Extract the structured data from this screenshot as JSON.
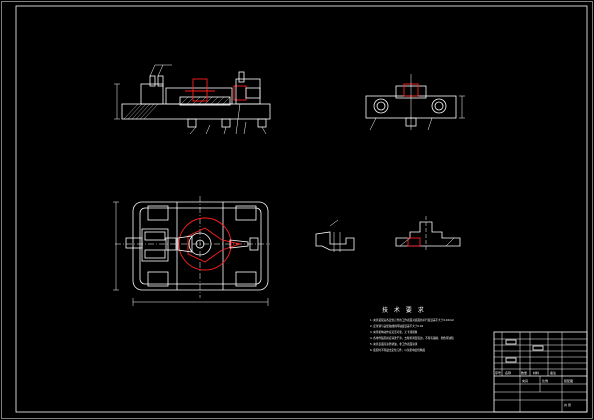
{
  "colors": {
    "background": "#000000",
    "line": "#ffffff",
    "accent": "#ff2020"
  },
  "technical_requirements": {
    "title": "技 术 要 求",
    "items": [
      "1. 夹具装配后各定位元件的工作表面对底面的平行度误差不大于0.02mm",
      "2. 定位销与钻套轴线的同轴度误差不大于0.02",
      "3. 夹紧机构动作应灵活可靠，无卡滞现象",
      "4. 各零件装配前应清洗干净，去除毛刺及锐边，不得有磕碰、划伤等缺陷",
      "5. 夹具表面应涂防锈油，非工作表面涂漆",
      "6. 装配时不得敲击定位元件，以免影响定位精度"
    ]
  },
  "title_block": {
    "name_cell": "夹具",
    "drawing_number": "装配图",
    "scale_cell": "比例",
    "sheet_cell": "共 张",
    "headers": [
      "序号",
      "名称",
      "数量",
      "材料",
      "备注"
    ]
  }
}
